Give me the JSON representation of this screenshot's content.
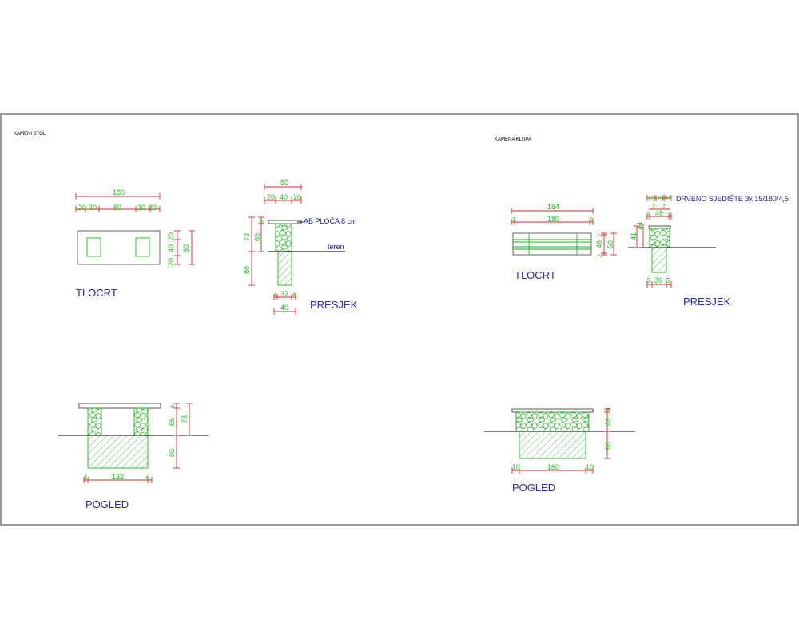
{
  "drawing": {
    "stol": {
      "title": "KAMENI STOL",
      "tlocrt": {
        "label": "TLOCRT",
        "dim_total": "180",
        "dim_parts": [
          "20",
          "30",
          "80",
          "30",
          "20"
        ],
        "dim_right_parts": [
          "20",
          "40",
          "20"
        ],
        "dim_right_total": "80"
      },
      "presjek": {
        "label": "PRESJEK",
        "dim_top": "80",
        "dim_top_parts": [
          "20",
          "40",
          "20"
        ],
        "note_slab": "AB PLOČA 8 cm",
        "note_ground": "teren",
        "dim_left_upper": [
          "73",
          "65"
        ],
        "dim_left_8": "8",
        "dim_left_lower": "80",
        "dim_bottom_parts": [
          "4",
          "32",
          "4"
        ],
        "dim_bottom_total": "40"
      },
      "pogled": {
        "label": "POGLED",
        "dim_right": [
          "8",
          "65",
          "73",
          "80"
        ],
        "dim_bottom": [
          "4",
          "132",
          "4"
        ]
      }
    },
    "klupa": {
      "title": "KAMENA KLUPA",
      "tlocrt": {
        "label": "TLOCRT",
        "dim_total": "184",
        "dim_parts": [
          "2",
          "180",
          "2"
        ],
        "dim_right": [
          "2",
          "46",
          "2",
          "50"
        ]
      },
      "presjek": {
        "label": "PRESJEK",
        "note_seat": "DRVENO SJEDIŠTE 3x 15/180/4,5",
        "dim_top_parts": [
          "15",
          "1",
          "15",
          "1",
          "15"
        ],
        "dim_top2": [
          "2",
          "2"
        ],
        "dim_top3": [
          "2",
          "46",
          "2"
        ],
        "dim_left": [
          "41",
          "44"
        ],
        "dim_bottom": [
          "5",
          "36",
          "5"
        ]
      },
      "pogled": {
        "label": "POGLED",
        "dim_right": [
          "4",
          "46",
          "60"
        ],
        "dim_bottom": [
          "10",
          "160",
          "10"
        ]
      }
    }
  }
}
